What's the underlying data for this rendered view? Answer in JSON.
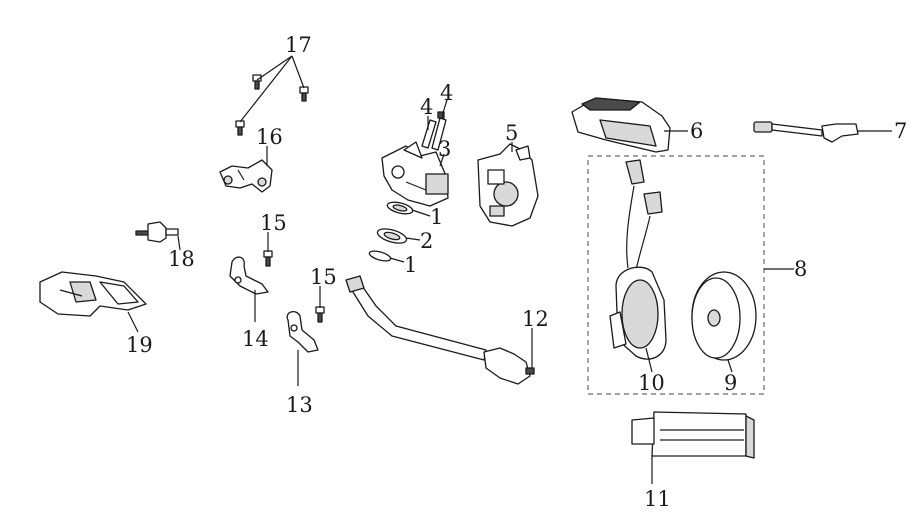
{
  "callouts": [
    {
      "id": "1a",
      "text": "1"
    },
    {
      "id": "1b",
      "text": "1"
    },
    {
      "id": "2",
      "text": "2"
    },
    {
      "id": "3",
      "text": "3"
    },
    {
      "id": "4a",
      "text": "4"
    },
    {
      "id": "4b",
      "text": "4"
    },
    {
      "id": "5",
      "text": "5"
    },
    {
      "id": "6",
      "text": "6"
    },
    {
      "id": "7",
      "text": "7"
    },
    {
      "id": "8",
      "text": "8"
    },
    {
      "id": "9",
      "text": "9"
    },
    {
      "id": "10",
      "text": "10"
    },
    {
      "id": "11",
      "text": "11"
    },
    {
      "id": "12",
      "text": "12"
    },
    {
      "id": "13",
      "text": "13"
    },
    {
      "id": "14",
      "text": "14"
    },
    {
      "id": "15a",
      "text": "15"
    },
    {
      "id": "15b",
      "text": "15"
    },
    {
      "id": "16",
      "text": "16"
    },
    {
      "id": "17",
      "text": "17"
    },
    {
      "id": "18",
      "text": "18"
    },
    {
      "id": "19",
      "text": "19"
    }
  ]
}
